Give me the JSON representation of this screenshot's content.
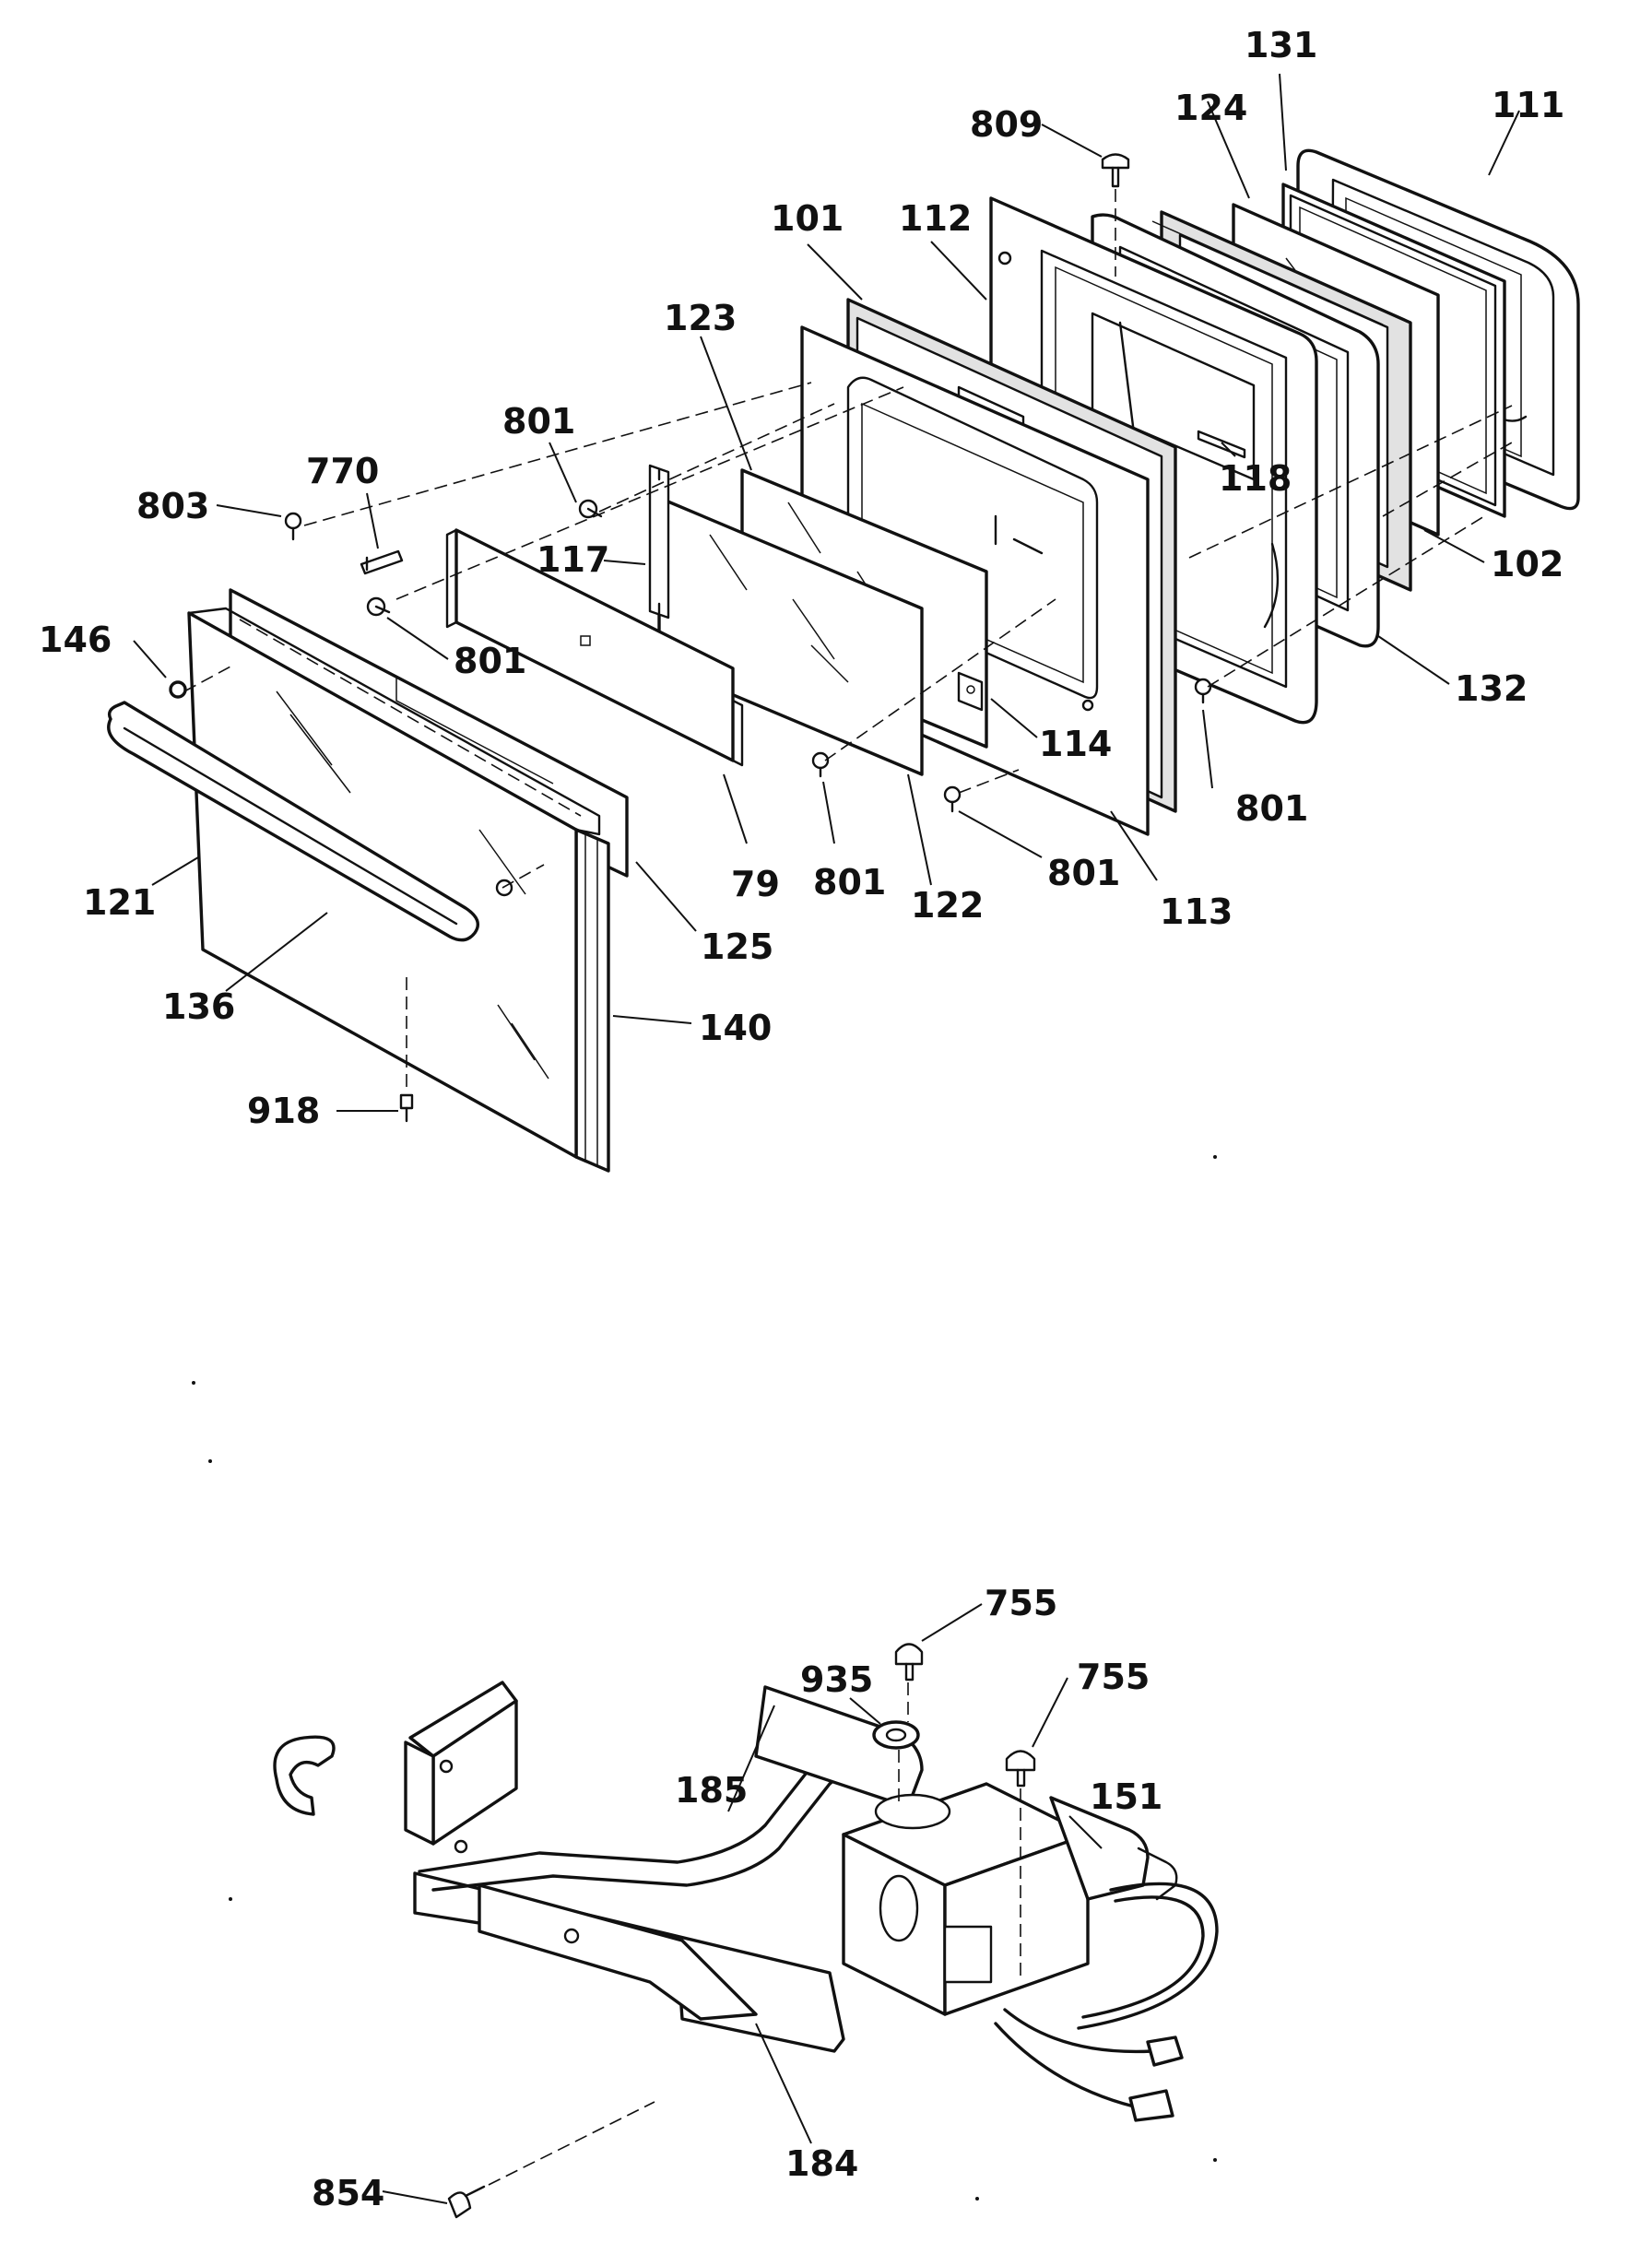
{
  "callouts": {
    "c809": "809",
    "c131": "131",
    "c124": "124",
    "c111": "111",
    "c101": "101",
    "c112": "112",
    "c123": "123",
    "c801_top": "801",
    "c770": "770",
    "c803": "803",
    "c117": "117",
    "c118": "118",
    "c102": "102",
    "c146": "146",
    "c801_mid": "801",
    "c132": "132",
    "c114": "114",
    "c801_right": "801",
    "c121": "121",
    "c79": "79",
    "c801_low1": "801",
    "c122": "122",
    "c801_low2": "801",
    "c113": "113",
    "c125": "125",
    "c136": "136",
    "c140": "140",
    "c918": "918",
    "c755_a": "755",
    "c935": "935",
    "c755_b": "755",
    "c185": "185",
    "c151": "151",
    "c854": "854",
    "c184": "184"
  }
}
